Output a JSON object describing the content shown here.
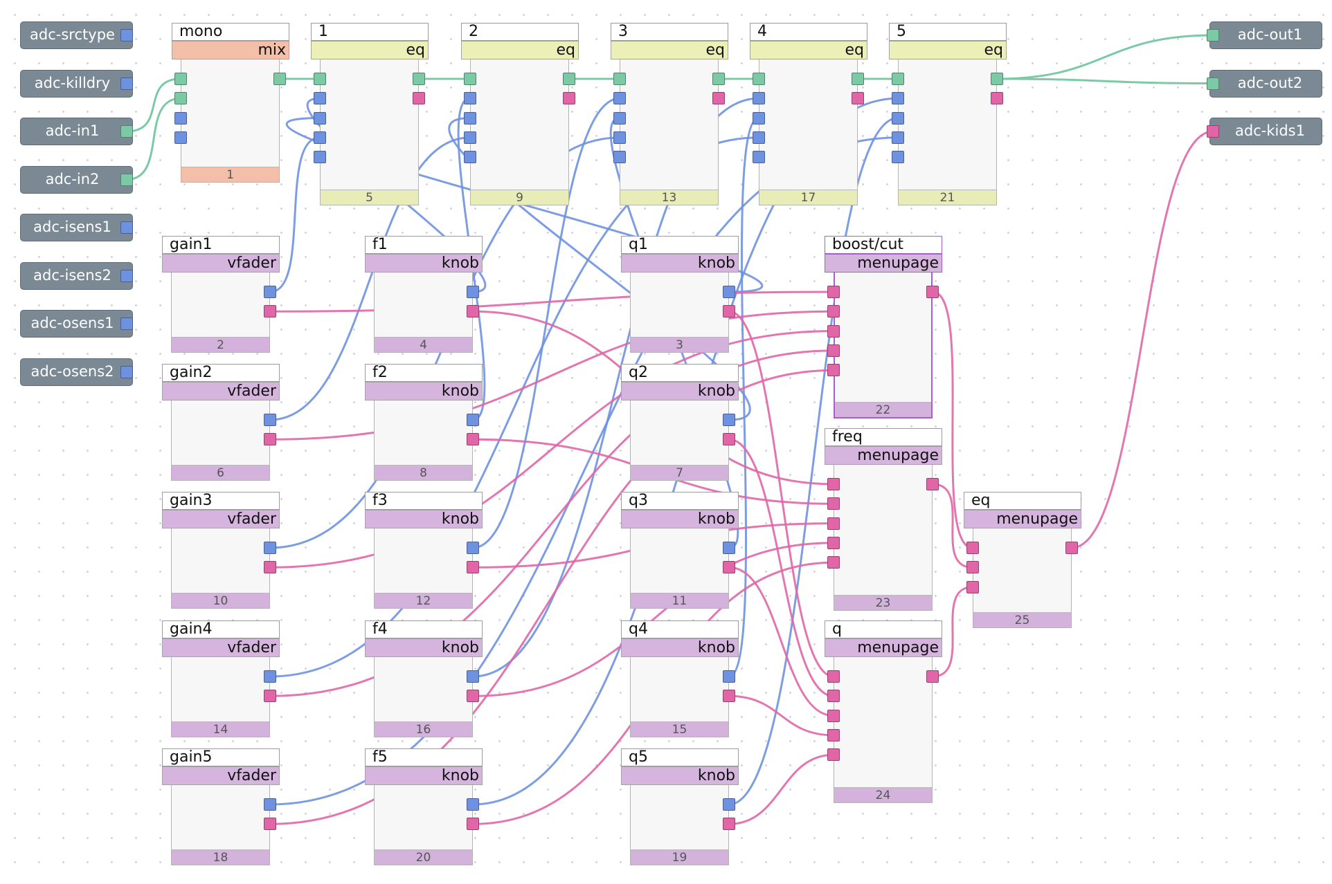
{
  "colors": {
    "eq_type": "#ecf0b6",
    "eq_id": "#e8ecb6",
    "mix_type": "#f3bfa9",
    "mix_id": "#f3bfa9",
    "control_type": "#d5b4de",
    "control_id": "#d3b2dc",
    "wire_audio": "#7ccaa5",
    "wire_control": "#6e92e0",
    "wire_message": "#e066a8",
    "selection": "#a65fd0",
    "adc_bg": "#7a8994"
  },
  "adc_inputs": [
    {
      "key": "srctype",
      "label": "adc-srctype",
      "port": "blue"
    },
    {
      "key": "killdry",
      "label": "adc-killdry",
      "port": "blue"
    },
    {
      "key": "in1",
      "label": "adc-in1",
      "port": "green"
    },
    {
      "key": "in2",
      "label": "adc-in2",
      "port": "green"
    },
    {
      "key": "isens1",
      "label": "adc-isens1",
      "port": "blue"
    },
    {
      "key": "isens2",
      "label": "adc-isens2",
      "port": "blue"
    },
    {
      "key": "osens1",
      "label": "adc-osens1",
      "port": "blue"
    },
    {
      "key": "osens2",
      "label": "adc-osens2",
      "port": "blue"
    }
  ],
  "adc_outputs": [
    {
      "key": "out1",
      "label": "adc-out1",
      "port": "green"
    },
    {
      "key": "out2",
      "label": "adc-out2",
      "port": "green"
    },
    {
      "key": "kids1",
      "label": "adc-kids1",
      "port": "pink"
    }
  ],
  "nodes": [
    {
      "key": "mono",
      "title": "mono",
      "type": "mix",
      "id": "1",
      "kind": "mix",
      "inputs": [
        "green",
        "green",
        "blue",
        "blue"
      ],
      "outputs": [
        "green"
      ]
    },
    {
      "key": "eq1",
      "title": "1",
      "type": "eq",
      "id": "5",
      "kind": "eq",
      "inputs": [
        "green",
        "blue",
        "blue",
        "blue",
        "blue"
      ],
      "outputs": [
        "green",
        "pink"
      ]
    },
    {
      "key": "eq2",
      "title": "2",
      "type": "eq",
      "id": "9",
      "kind": "eq",
      "inputs": [
        "green",
        "blue",
        "blue",
        "blue",
        "blue"
      ],
      "outputs": [
        "green",
        "pink"
      ]
    },
    {
      "key": "eq3",
      "title": "3",
      "type": "eq",
      "id": "13",
      "kind": "eq",
      "inputs": [
        "green",
        "blue",
        "blue",
        "blue",
        "blue"
      ],
      "outputs": [
        "green",
        "pink"
      ]
    },
    {
      "key": "eq4",
      "title": "4",
      "type": "eq",
      "id": "17",
      "kind": "eq",
      "inputs": [
        "green",
        "blue",
        "blue",
        "blue",
        "blue"
      ],
      "outputs": [
        "green",
        "pink"
      ]
    },
    {
      "key": "eq5",
      "title": "5",
      "type": "eq",
      "id": "21",
      "kind": "eq",
      "inputs": [
        "green",
        "blue",
        "blue",
        "blue",
        "blue"
      ],
      "outputs": [
        "green",
        "pink"
      ]
    },
    {
      "key": "gain1",
      "title": "gain1",
      "type": "vfader",
      "id": "2",
      "kind": "control",
      "inputs": [],
      "outputs": [
        "blue",
        "pink"
      ]
    },
    {
      "key": "f1",
      "title": "f1",
      "type": "knob",
      "id": "4",
      "kind": "control",
      "inputs": [],
      "outputs": [
        "blue",
        "pink"
      ]
    },
    {
      "key": "q1",
      "title": "q1",
      "type": "knob",
      "id": "3",
      "kind": "control",
      "inputs": [],
      "outputs": [
        "blue",
        "pink"
      ]
    },
    {
      "key": "gain2",
      "title": "gain2",
      "type": "vfader",
      "id": "6",
      "kind": "control",
      "inputs": [],
      "outputs": [
        "blue",
        "pink"
      ]
    },
    {
      "key": "f2",
      "title": "f2",
      "type": "knob",
      "id": "8",
      "kind": "control",
      "inputs": [],
      "outputs": [
        "blue",
        "pink"
      ]
    },
    {
      "key": "q2",
      "title": "q2",
      "type": "knob",
      "id": "7",
      "kind": "control",
      "inputs": [],
      "outputs": [
        "blue",
        "pink"
      ]
    },
    {
      "key": "gain3",
      "title": "gain3",
      "type": "vfader",
      "id": "10",
      "kind": "control",
      "inputs": [],
      "outputs": [
        "blue",
        "pink"
      ]
    },
    {
      "key": "f3",
      "title": "f3",
      "type": "knob",
      "id": "12",
      "kind": "control",
      "inputs": [],
      "outputs": [
        "blue",
        "pink"
      ]
    },
    {
      "key": "q3",
      "title": "q3",
      "type": "knob",
      "id": "11",
      "kind": "control",
      "inputs": [],
      "outputs": [
        "blue",
        "pink"
      ]
    },
    {
      "key": "gain4",
      "title": "gain4",
      "type": "vfader",
      "id": "14",
      "kind": "control",
      "inputs": [],
      "outputs": [
        "blue",
        "pink"
      ]
    },
    {
      "key": "f4",
      "title": "f4",
      "type": "knob",
      "id": "16",
      "kind": "control",
      "inputs": [],
      "outputs": [
        "blue",
        "pink"
      ]
    },
    {
      "key": "q4",
      "title": "q4",
      "type": "knob",
      "id": "15",
      "kind": "control",
      "inputs": [],
      "outputs": [
        "blue",
        "pink"
      ]
    },
    {
      "key": "gain5",
      "title": "gain5",
      "type": "vfader",
      "id": "18",
      "kind": "control",
      "inputs": [],
      "outputs": [
        "blue",
        "pink"
      ]
    },
    {
      "key": "f5",
      "title": "f5",
      "type": "knob",
      "id": "20",
      "kind": "control",
      "inputs": [],
      "outputs": [
        "blue",
        "pink"
      ]
    },
    {
      "key": "q5",
      "title": "q5",
      "type": "knob",
      "id": "19",
      "kind": "control",
      "inputs": [],
      "outputs": [
        "blue",
        "pink"
      ]
    },
    {
      "key": "boost",
      "title": "boost/cut",
      "type": "menupage",
      "id": "22",
      "kind": "control",
      "selected": true,
      "inputs": [
        "pink",
        "pink",
        "pink",
        "pink",
        "pink"
      ],
      "outputs": [
        "pink"
      ]
    },
    {
      "key": "freq",
      "title": "freq",
      "type": "menupage",
      "id": "23",
      "kind": "control",
      "inputs": [
        "pink",
        "pink",
        "pink",
        "pink",
        "pink"
      ],
      "outputs": [
        "pink"
      ]
    },
    {
      "key": "q",
      "title": "q",
      "type": "menupage",
      "id": "24",
      "kind": "control",
      "inputs": [
        "pink",
        "pink",
        "pink",
        "pink",
        "pink"
      ],
      "outputs": [
        "pink"
      ]
    },
    {
      "key": "eqmenu",
      "title": "eq",
      "type": "menupage",
      "id": "25",
      "kind": "control",
      "inputs": [
        "pink",
        "pink",
        "pink"
      ],
      "outputs": [
        "pink"
      ]
    }
  ],
  "connections": [
    {
      "from": "adc:in1",
      "to": "mono:in:0",
      "kind": "audio"
    },
    {
      "from": "adc:in2",
      "to": "mono:in:1",
      "kind": "audio"
    },
    {
      "from": "mono:out:0",
      "to": "eq1:in:0",
      "kind": "audio"
    },
    {
      "from": "eq1:out:0",
      "to": "eq2:in:0",
      "kind": "audio"
    },
    {
      "from": "eq2:out:0",
      "to": "eq3:in:0",
      "kind": "audio"
    },
    {
      "from": "eq3:out:0",
      "to": "eq4:in:0",
      "kind": "audio"
    },
    {
      "from": "eq4:out:0",
      "to": "eq5:in:0",
      "kind": "audio"
    },
    {
      "from": "eq5:out:0",
      "to": "adc:out1",
      "kind": "audio"
    },
    {
      "from": "eq5:out:0",
      "to": "adc:out2",
      "kind": "audio"
    },
    {
      "from": "gain1:out:0",
      "to": "eq1:in:3",
      "kind": "control"
    },
    {
      "from": "gain2:out:0",
      "to": "eq2:in:3",
      "kind": "control"
    },
    {
      "from": "gain3:out:0",
      "to": "eq3:in:3",
      "kind": "control"
    },
    {
      "from": "gain4:out:0",
      "to": "eq4:in:3",
      "kind": "control"
    },
    {
      "from": "gain5:out:0",
      "to": "eq5:in:3",
      "kind": "control"
    },
    {
      "from": "f1:out:0",
      "to": "eq1:in:1",
      "kind": "control"
    },
    {
      "from": "f2:out:0",
      "to": "eq2:in:1",
      "kind": "control"
    },
    {
      "from": "f3:out:0",
      "to": "eq3:in:1",
      "kind": "control"
    },
    {
      "from": "f4:out:0",
      "to": "eq4:in:1",
      "kind": "control"
    },
    {
      "from": "f5:out:0",
      "to": "eq5:in:1",
      "kind": "control"
    },
    {
      "from": "q1:out:0",
      "to": "eq1:in:2",
      "kind": "control"
    },
    {
      "from": "q2:out:0",
      "to": "eq2:in:2",
      "kind": "control"
    },
    {
      "from": "q3:out:0",
      "to": "eq3:in:2",
      "kind": "control"
    },
    {
      "from": "q4:out:0",
      "to": "eq4:in:2",
      "kind": "control"
    },
    {
      "from": "q5:out:0",
      "to": "eq5:in:2",
      "kind": "control"
    },
    {
      "from": "gain1:out:1",
      "to": "boost:in:0",
      "kind": "message"
    },
    {
      "from": "gain2:out:1",
      "to": "boost:in:1",
      "kind": "message"
    },
    {
      "from": "gain3:out:1",
      "to": "boost:in:2",
      "kind": "message"
    },
    {
      "from": "gain4:out:1",
      "to": "boost:in:3",
      "kind": "message"
    },
    {
      "from": "gain5:out:1",
      "to": "boost:in:4",
      "kind": "message"
    },
    {
      "from": "f1:out:1",
      "to": "freq:in:0",
      "kind": "message"
    },
    {
      "from": "f2:out:1",
      "to": "freq:in:1",
      "kind": "message"
    },
    {
      "from": "f3:out:1",
      "to": "freq:in:2",
      "kind": "message"
    },
    {
      "from": "f4:out:1",
      "to": "freq:in:3",
      "kind": "message"
    },
    {
      "from": "f5:out:1",
      "to": "freq:in:4",
      "kind": "message"
    },
    {
      "from": "q1:out:1",
      "to": "q:in:0",
      "kind": "message"
    },
    {
      "from": "q2:out:1",
      "to": "q:in:1",
      "kind": "message"
    },
    {
      "from": "q3:out:1",
      "to": "q:in:2",
      "kind": "message"
    },
    {
      "from": "q4:out:1",
      "to": "q:in:3",
      "kind": "message"
    },
    {
      "from": "q5:out:1",
      "to": "q:in:4",
      "kind": "message"
    },
    {
      "from": "boost:out:0",
      "to": "eqmenu:in:0",
      "kind": "message"
    },
    {
      "from": "freq:out:0",
      "to": "eqmenu:in:1",
      "kind": "message"
    },
    {
      "from": "q:out:0",
      "to": "eqmenu:in:2",
      "kind": "message"
    },
    {
      "from": "eqmenu:out:0",
      "to": "adc:kids1",
      "kind": "message"
    }
  ]
}
